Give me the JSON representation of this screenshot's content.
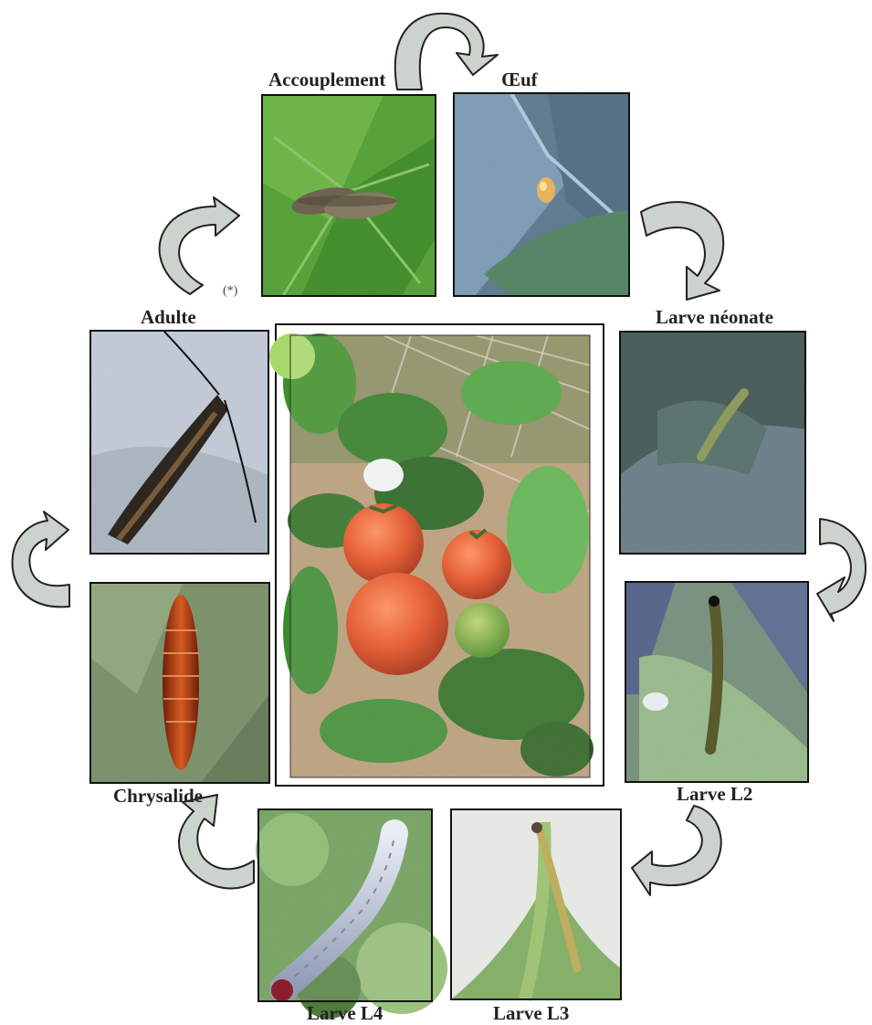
{
  "center": {
    "name": "tomato-plant-photo"
  },
  "stages": [
    {
      "id": "accouplement",
      "label": "Accouplement"
    },
    {
      "id": "oeuf",
      "label": "Œuf"
    },
    {
      "id": "larve-neonate",
      "label": "Larve néonate"
    },
    {
      "id": "larve-l2",
      "label": "Larve L2"
    },
    {
      "id": "larve-l3",
      "label": "Larve L3"
    },
    {
      "id": "larve-l4",
      "label": "Larve L4"
    },
    {
      "id": "chrysalide",
      "label": "Chrysalide"
    },
    {
      "id": "adulte",
      "label": "Adulte"
    }
  ],
  "note": "(*)",
  "colors": {
    "arrow_fill": "#ccd2cc",
    "arrow_stroke": "#222222",
    "frame": "#111111"
  }
}
